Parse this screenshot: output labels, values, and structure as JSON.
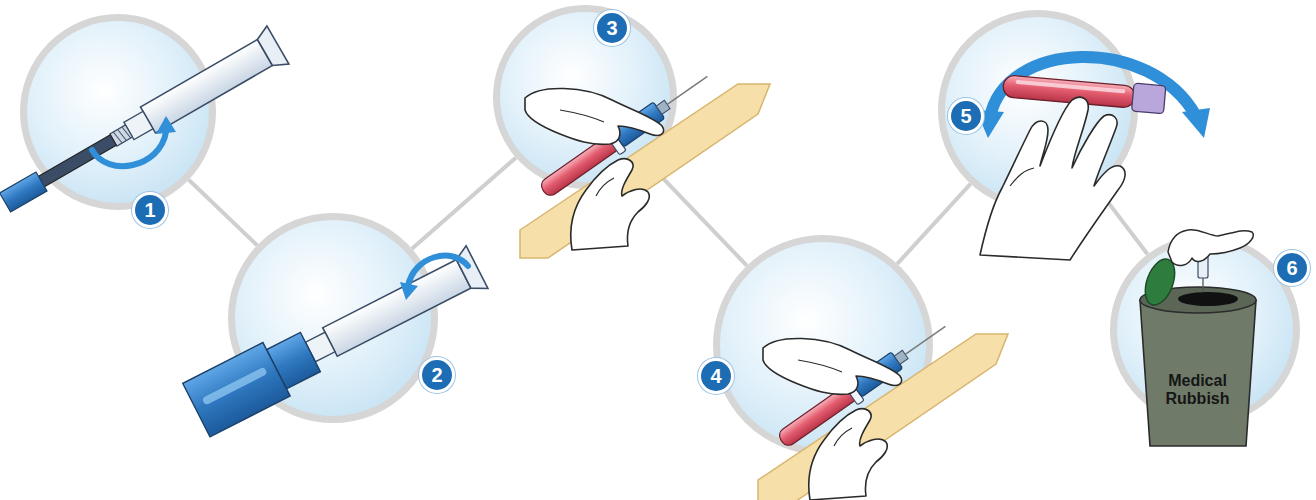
{
  "diagram": {
    "nodes": [
      {
        "text": [
          "1"
        ]
      },
      {
        "text": [
          "2"
        ]
      },
      {
        "text": [
          "3"
        ]
      },
      {
        "text": [
          "4"
        ]
      },
      {
        "text": [
          "5"
        ]
      },
      {
        "text": [
          "6",
          "Medical Rubbish"
        ]
      }
    ],
    "edges": [
      {
        "from": 0,
        "to": 1,
        "arrow": "none"
      },
      {
        "from": 1,
        "to": 2,
        "arrow": "none"
      },
      {
        "from": 2,
        "to": 3,
        "arrow": "none"
      },
      {
        "from": 3,
        "to": 4,
        "arrow": "none"
      },
      {
        "from": 4,
        "to": 5,
        "arrow": "none"
      }
    ]
  }
}
